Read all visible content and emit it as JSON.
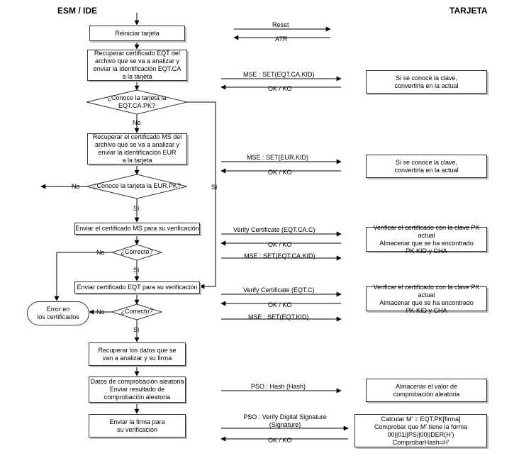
{
  "headers": {
    "left": "ESM / IDE",
    "right": "TARJETA"
  },
  "flow": {
    "reiniciar": "Reiniciar tarjeta",
    "recuperar_eqt": "Recuperar certificado EQT del\narchivo que se va a analizar y\nenviar la identificación EQT.CA\na la tarjeta",
    "conoce_eqt": "¿Conoce la tarjeta la\nEQT.CA.PK?",
    "recuperar_ms": "Recuperar el certificado MS del\narchivo que se va a analizar y\nenviar la identificación EUR\na la tarjeta",
    "conoce_eur": "¿Conoce la tarjeta la EUR.PK?",
    "enviar_ms": "Enviar el certificado MS para su verificación",
    "correcto1": "¿Correcto?",
    "enviar_eqt": "Enviar certificado EQT para su verificación",
    "correcto2": "¿Correcto?",
    "error": "Error en\nlos certificados",
    "recuperar_datos": "Recuperar los datos que se\nvan a analizar y su firma",
    "datos_comprobacion": "Datos de comprobación aleatoria\nEnviar resultado de\ncomprobación aleatoria",
    "enviar_firma": "Enviar la firma para\nsu verificación"
  },
  "labels": {
    "no_eqt": "No",
    "si_eqt": "Sí",
    "no_eur": "No",
    "si_eur": "Sí",
    "no_c1": "No",
    "si_c1": "Sí",
    "no_c2": "No",
    "si_c2": "Sí"
  },
  "messages": {
    "reset": "Reset",
    "atr": "ATR",
    "mse_eqt_ca": "MSE : SET(EQT.CA.KID)",
    "ok_ko_1": "OK / KO",
    "mse_eur": "MSE : SET(EUR.KID)",
    "ok_ko_2": "OK / KO",
    "verify_eqt_ca": "Verify Certificate (EQT.CA.C)",
    "ok_ko_3": "OK / KO",
    "mse_eqt_ca_2": "MSE : SET(EQT.CA.KID)",
    "verify_eqt": "Verify Certificate (EQT.C)",
    "ok_ko_4": "OK / KO",
    "mse_eqt": "MSE : SET(EQT.KID)",
    "pso_hash": "PSO : Hash (Hash)",
    "pso_verify": "PSO : Verify Digital Signature\n(Signature)",
    "ok_ko_5": "OK / KO"
  },
  "card": {
    "clave1": "Si se conoce la clave,\nconvertirla en la actual",
    "clave2": "Si se conoce la clave,\nconvertirla en la actual",
    "verificar1": "Verificar el certificado con la clave PK actual\nAlmacenar que se ha encontrado\nPK KID y CHA",
    "verificar2": "Verificar el certificado con la clave PK actual\nAlmacenar que se ha encontrado\nPK KID y CHA",
    "almacenar": "Almacenar el valor de\ncomprobación aleatoria",
    "calcular": "Calcular M' = EQT.PK[firma]\nComprobar que M' tiene la forma\n00||01||PS||00||DER(H')\nComprobarHash=H'"
  }
}
